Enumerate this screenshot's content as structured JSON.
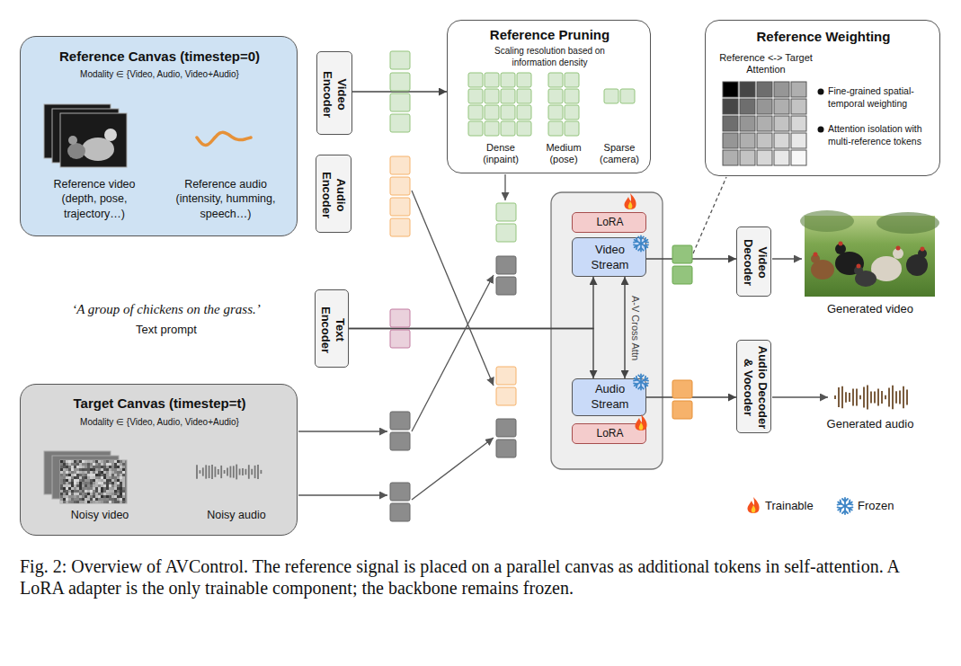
{
  "diagram": {
    "caption": "Fig. 2: Overview of AVControl. The reference signal is placed on a parallel canvas as additional tokens in self-attention. A LoRA adapter is the only trainable component; the backbone remains frozen.",
    "nodes": [
      {
        "text": [
          "Reference Canvas (timestep=0)",
          "Modality ∈ {Video, Audio, Video+Audio}",
          "Reference video (depth, pose, trajectory…)",
          "Reference audio (intensity, humming, speech…)"
        ]
      },
      {
        "text": [
          "Video Encoder"
        ]
      },
      {
        "text": [
          "Audio Encoder"
        ]
      },
      {
        "text": [
          "Reference Pruning",
          "Scaling resolution based on information density",
          "Dense (inpaint)",
          "Medium (pose)",
          "Sparse (camera)"
        ]
      },
      {
        "text": [
          "Reference Weighting",
          "Reference <-> Target Attention",
          "Fine-grained spatial-temporal weighting",
          "Attention isolation with multi-reference tokens"
        ]
      },
      {
        "text": [
          "Text Encoder"
        ]
      },
      {
        "text": [
          "LoRA"
        ]
      },
      {
        "text": [
          "Video Stream"
        ]
      },
      {
        "text": [
          "Audio Stream"
        ]
      },
      {
        "text": [
          "LoRA"
        ]
      },
      {
        "text": [
          "Video Decoder"
        ]
      },
      {
        "text": [
          "Audio Decoder & Vocoder"
        ]
      },
      {
        "text": [
          "Target Canvas (timestep=t)",
          "Modality ∈ {Video, Audio, Video+Audio}",
          "Noisy video",
          "Noisy audio"
        ]
      }
    ],
    "edges": [
      {
        "from": 1,
        "to": 3,
        "arrow": "to"
      },
      {
        "from": 5,
        "to": 7,
        "arrow": "to"
      },
      {
        "from": 5,
        "to": 8,
        "arrow": "to"
      },
      {
        "from": 7,
        "to": 8,
        "label": "A-V Cross Attn",
        "arrow": "both"
      },
      {
        "from": 7,
        "to": 10,
        "arrow": "to"
      },
      {
        "from": 8,
        "to": 11,
        "arrow": "to"
      }
    ],
    "labels": [
      "‘A group of chickens on the grass.’",
      "Text prompt",
      "Generated video",
      "Generated audio"
    ],
    "legend": [
      {
        "text": "Trainable"
      },
      {
        "text": "Frozen"
      }
    ]
  }
}
